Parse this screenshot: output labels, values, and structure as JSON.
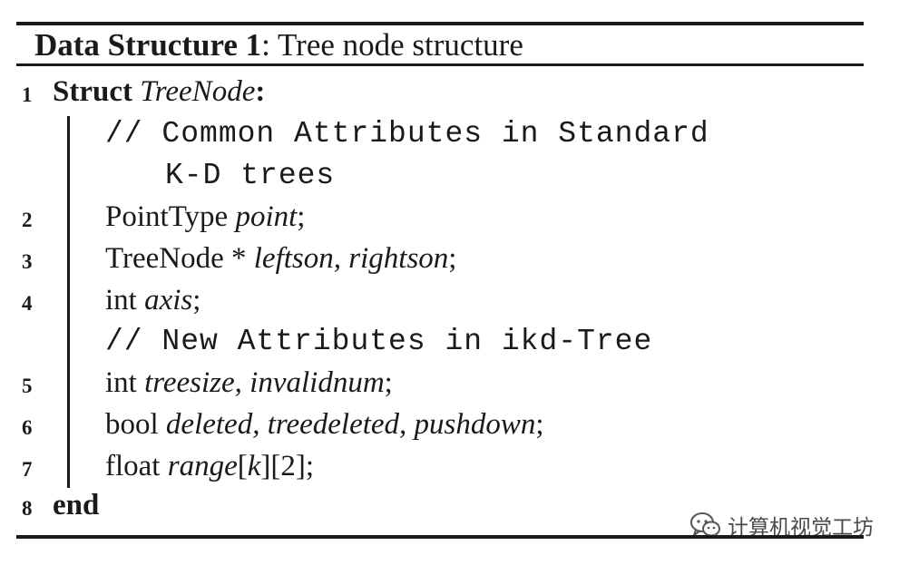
{
  "caption": {
    "label": "Data Structure 1",
    "separator": ":",
    "title": " Tree node structure"
  },
  "lines": [
    {
      "num": "1",
      "kw": "Struct",
      "name": "TreeNode",
      "tail": ":"
    },
    {
      "comment1": "// Common Attributes in Standard",
      "comment2": "K-D trees"
    },
    {
      "num": "2",
      "type": "PointType",
      "fields": "point",
      "tail": ";"
    },
    {
      "num": "3",
      "type": "TreeNode *",
      "fields": "leftson, rightson",
      "tail": ";"
    },
    {
      "num": "4",
      "type": "int",
      "fields": "axis",
      "tail": ";"
    },
    {
      "comment": "// New Attributes in ikd-Tree"
    },
    {
      "num": "5",
      "type": "int",
      "fields": "treesize, invalidnum",
      "tail": ";"
    },
    {
      "num": "6",
      "type": "bool",
      "fields": "deleted, treedeleted, pushdown",
      "tail": ";"
    },
    {
      "num": "7",
      "type": "float",
      "field": "range",
      "open1": "[",
      "index": "k",
      "rest": "][2];"
    },
    {
      "num": "8",
      "kw": "end"
    }
  ],
  "watermark": {
    "text": "计算机视觉工坊",
    "icon": "wechat-icon"
  }
}
